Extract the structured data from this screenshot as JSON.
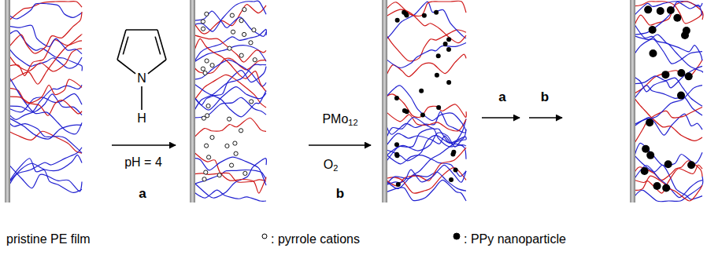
{
  "diagram": {
    "labels": [
      "N",
      "H",
      "pH = 4",
      "a",
      "PMo12",
      "O2",
      "b",
      "a",
      "b",
      "pristine PE film"
    ],
    "legend": [
      {
        "text": ": pyrrole cations"
      },
      {
        "text": ": PPy nanoparticle"
      }
    ]
  }
}
